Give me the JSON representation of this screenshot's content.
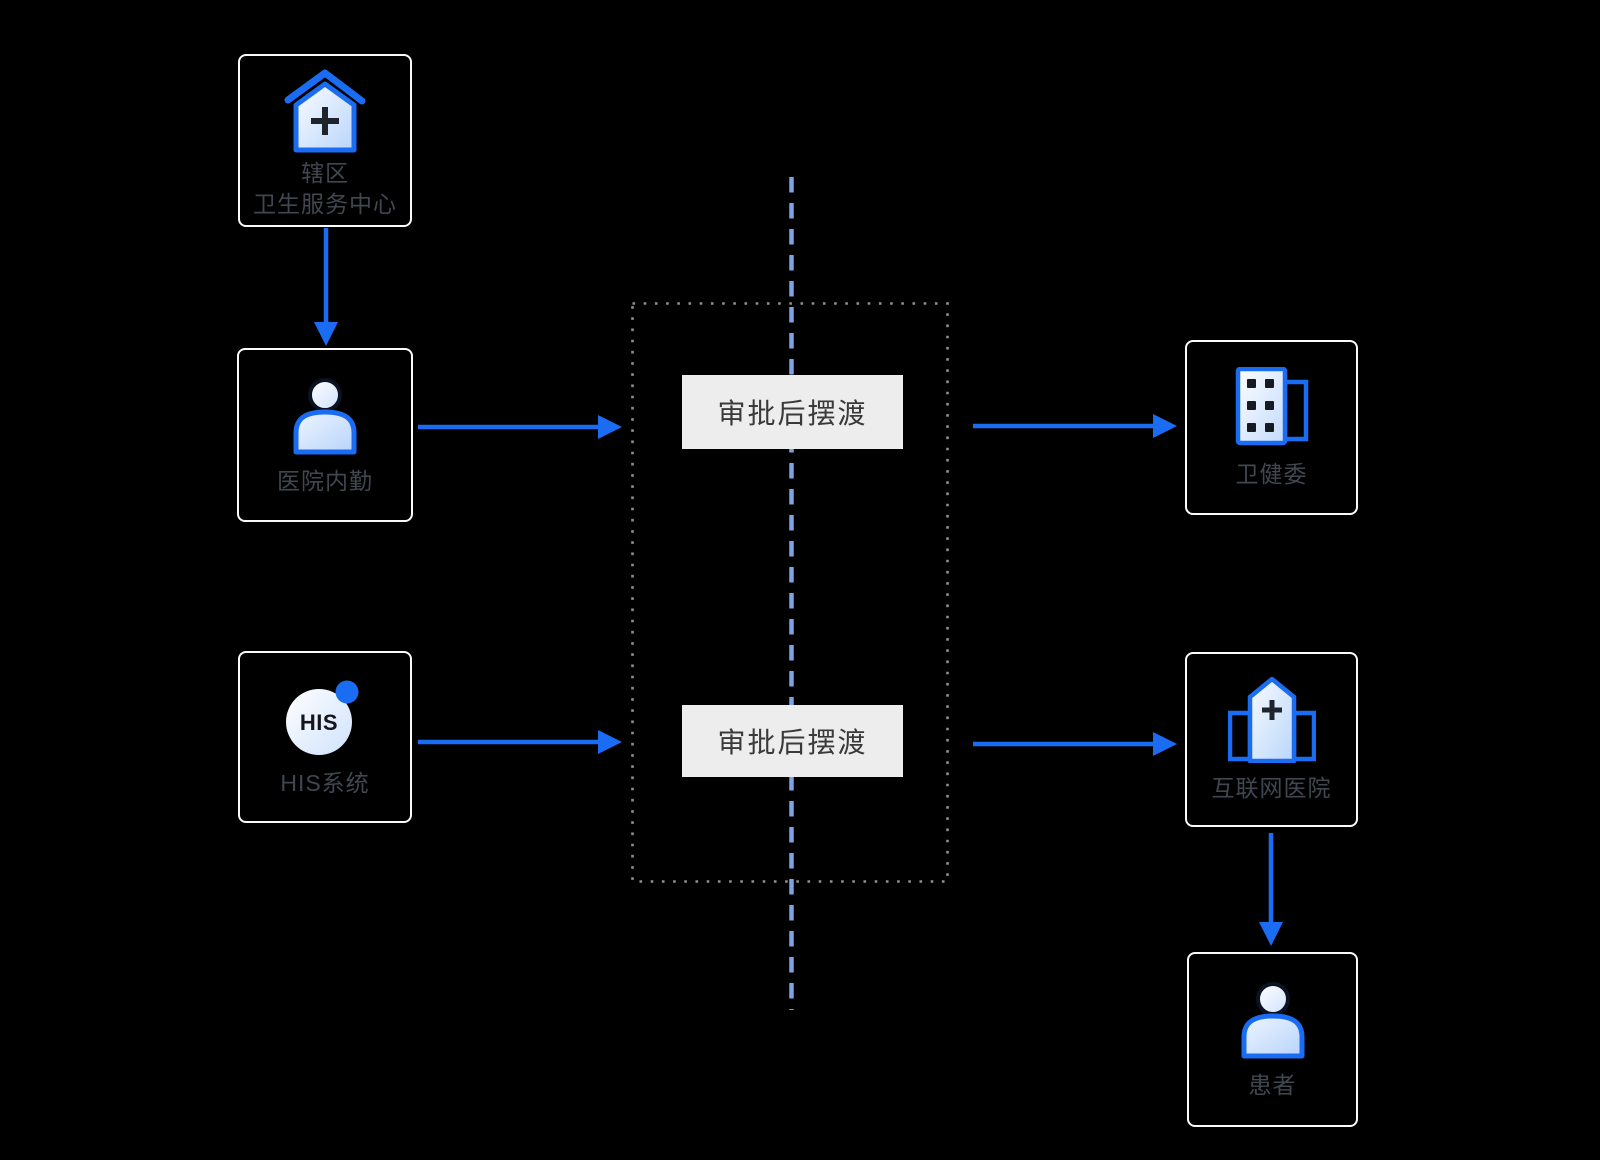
{
  "diagram": {
    "background": "#000000",
    "colors": {
      "accent_blue": "#1a6cf3",
      "dashed_line_blue": "#7ea2e2",
      "dotted_border_gray": "#909090",
      "node_border": "#fafafa",
      "node_text": "#414750",
      "gateway_bg": "#ededed",
      "gateway_text": "#3a3a3a"
    },
    "nodes": [
      {
        "id": "community-health-center",
        "icon": "community-health-center-icon",
        "label_lines": [
          "辖区",
          "卫生服务中心"
        ]
      },
      {
        "id": "hospital-staff",
        "icon": "person-icon",
        "label": "医院内勤"
      },
      {
        "id": "his-system",
        "icon": "his-system-icon",
        "icon_text": "HIS",
        "label": "HIS系统"
      },
      {
        "id": "health-commission",
        "icon": "government-building-icon",
        "label": "卫健委"
      },
      {
        "id": "internet-hospital",
        "icon": "internet-hospital-icon",
        "label": "互联网医院"
      },
      {
        "id": "patient",
        "icon": "person-icon",
        "label": "患者"
      }
    ],
    "gateway_labels": [
      {
        "text": "审批后摆渡"
      },
      {
        "text": "审批后摆渡"
      }
    ]
  }
}
